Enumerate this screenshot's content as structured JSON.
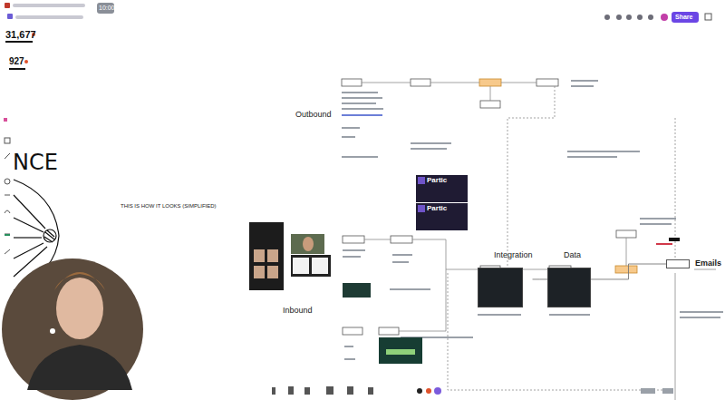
{
  "diagram": {
    "nodes": [
      {
        "text": [
          "Integration"
        ]
      },
      {
        "text": [
          "Data"
        ]
      },
      {
        "text": [
          "Emails"
        ]
      }
    ],
    "edges": [
      {
        "from": 0,
        "to": 1,
        "arrow": "none"
      },
      {
        "from": 1,
        "to": 2,
        "arrow": "none"
      }
    ],
    "labels": [
      "10:00",
      "Share",
      "31,677",
      "927",
      "NCE",
      "THIS IS HOW IT LOOKS (SIMPLIFIED)",
      "Outbound",
      "Inbound",
      "Partic",
      "Partic"
    ]
  }
}
